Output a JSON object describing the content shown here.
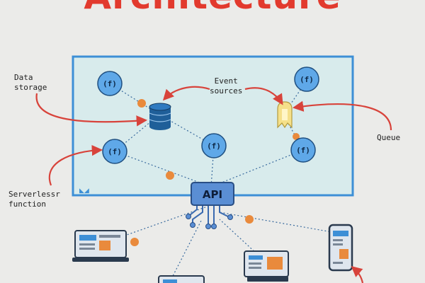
{
  "title": "Architecture",
  "labels": {
    "data_storage": "Data\nstorage",
    "event_sources": "Event\nsources",
    "queue": "Queue",
    "serverless_function": "Serverlessr\nfunction",
    "api": "API",
    "function_symbol": "(f)"
  },
  "colors": {
    "panel_fill": "#d8ebec",
    "panel_border": "#3d8fd6",
    "function_fill": "#5fa8e8",
    "database_fill": "#1f5f99",
    "queue_fill": "#f5e08a",
    "api_fill": "#5a8ed4",
    "annotation_red": "#d8433b",
    "node_orange": "#e98a3c",
    "title_red": "#e23a2e"
  }
}
